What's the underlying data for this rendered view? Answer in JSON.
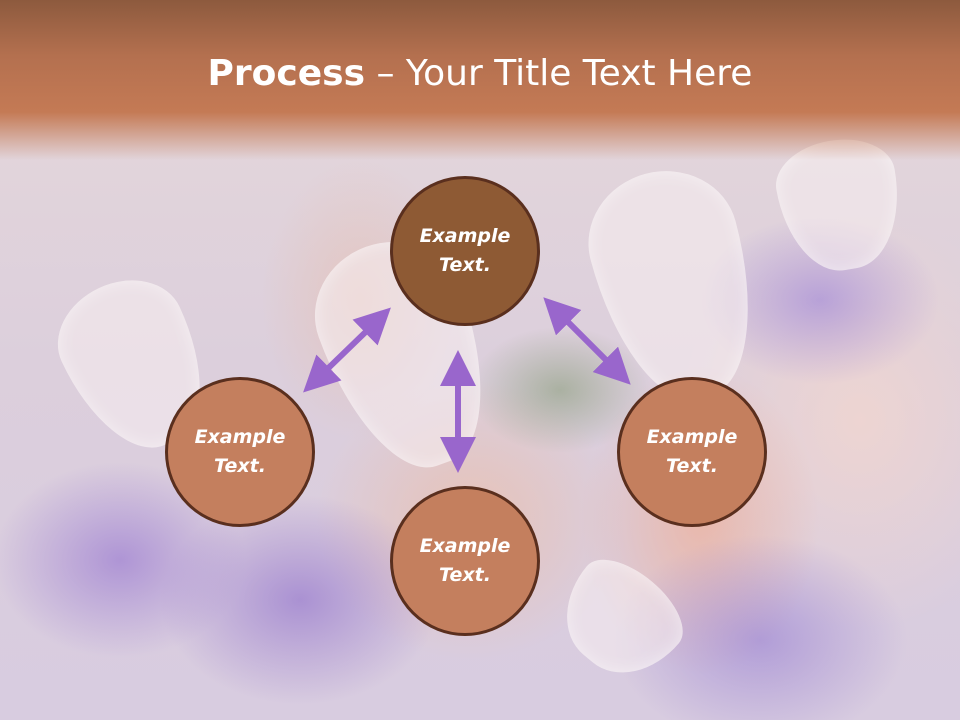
{
  "slide": {
    "title_bold": "Process",
    "title_rest": " – Your Title Text Here"
  },
  "colors": {
    "header": "#b4704f",
    "circle_top": "#8e5a34",
    "circle_other": "#c47f5e",
    "circle_border": "#5a2f1e",
    "arrow": "#9966cc"
  },
  "circles": {
    "top": "Example\nText.",
    "left": "Example\nText.",
    "right": "Example\nText.",
    "bottom": "Example\nText."
  },
  "arrows": [
    {
      "name": "double-arrow-icon"
    },
    {
      "name": "double-arrow-icon"
    },
    {
      "name": "double-arrow-icon"
    }
  ]
}
